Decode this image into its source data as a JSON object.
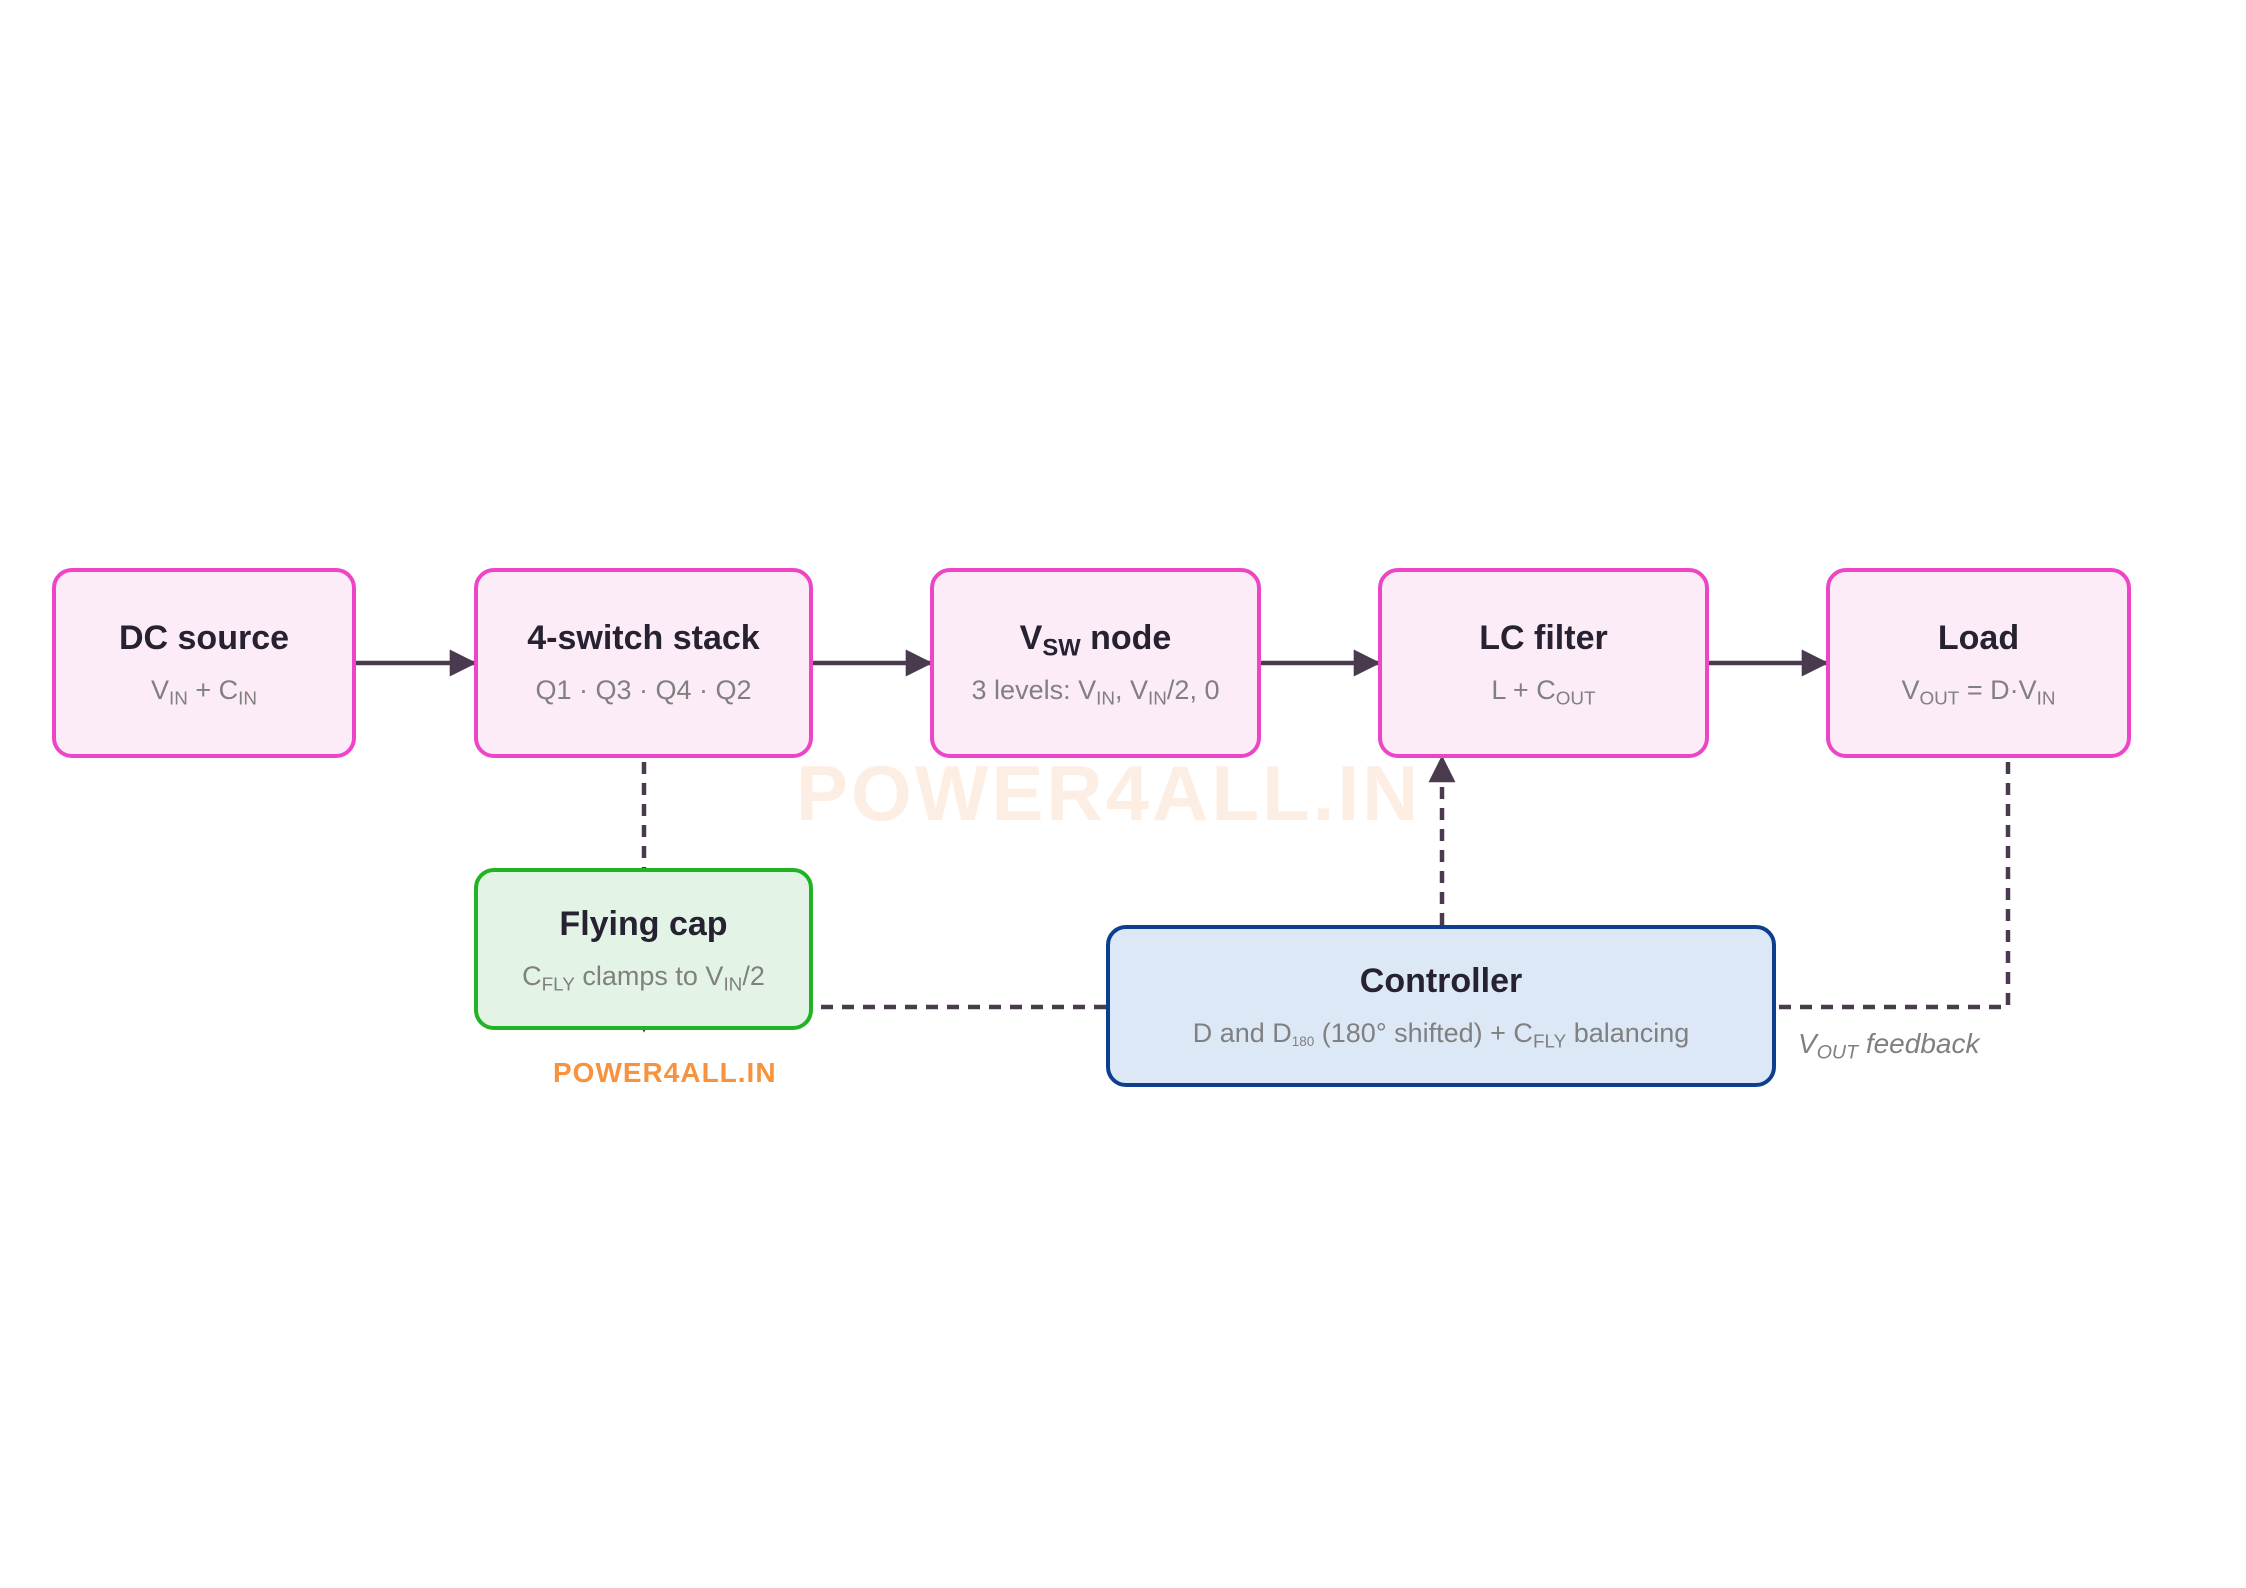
{
  "watermark": "POWER4ALL.IN",
  "watermark_logo": "POWER4ALL.IN",
  "nodes": {
    "dc_source": {
      "title": "DC source",
      "sub": {
        "v": "V",
        "v_sub": "IN",
        "plus": " + C",
        "c_sub": "IN"
      }
    },
    "switch": {
      "title": "4-switch stack",
      "sub": "Q1 · Q3 · Q4 · Q2"
    },
    "vsw": {
      "title_v": "V",
      "title_sub": "SW",
      "title_rest": " node",
      "sub_pre": "3 levels: V",
      "sub_s1": "IN",
      "sub_mid": ", V",
      "sub_s2": "IN",
      "sub_post": "/2, 0"
    },
    "lc": {
      "title": "LC filter",
      "sub_pre": "L + C",
      "sub_s": "OUT"
    },
    "load": {
      "title": "Load",
      "sub_v": "V",
      "sub_s1": "OUT",
      "sub_mid": " = D·V",
      "sub_s2": "IN"
    },
    "flying": {
      "title": "Flying cap",
      "sub_c": "C",
      "sub_s1": "FLY",
      "sub_mid": " clamps to V",
      "sub_s2": "IN",
      "sub_post": "/2"
    },
    "controller": {
      "title": "Controller",
      "sub_pre": "D and D",
      "sub_s1": "180",
      "sub_mid": " (180° shifted) + C",
      "sub_s2": "FLY",
      "sub_post": " balancing"
    }
  },
  "feedback_label": {
    "v": "V",
    "sub": "OUT",
    "rest": " feedback"
  },
  "colors": {
    "pink_fill": "#fcecf7",
    "pink_border": "#ee45c8",
    "green_fill": "#e3f4e6",
    "green_border": "#21b323",
    "blue_fill": "#dde8f6",
    "blue_border": "#0e3f8f",
    "arrow": "#4a3a4e",
    "watermark": "#f7803a"
  }
}
